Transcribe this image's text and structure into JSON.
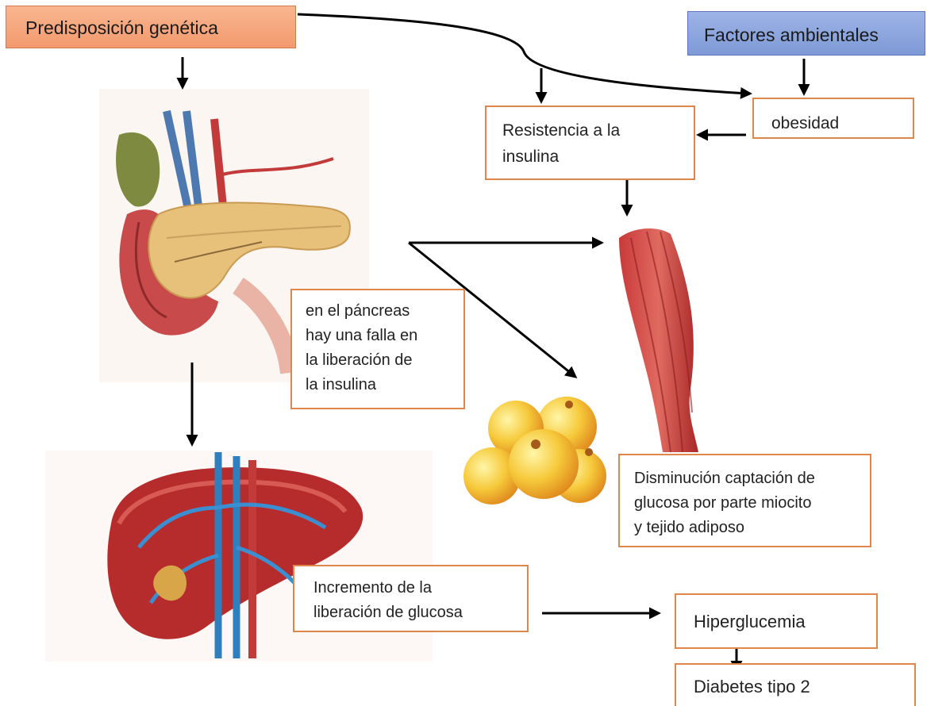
{
  "nodes": {
    "predisposicion": "Predisposición genética",
    "factores": "Factores ambientales",
    "obesidad": "obesidad",
    "resistencia": "Resistencia a la\ninsulina",
    "falla_pancreas": "en el páncreas\nhay una falla en\nla liberación de\nla insulina",
    "disminucion": "Disminución captación de\nglucosa por parte miocito\ny tejido adiposo",
    "incremento": "Incremento de la\nliberación de glucosa",
    "hiperglucemia": "Hiperglucemia",
    "diabetes": "Diabetes tipo 2"
  },
  "illustrations": [
    "pancreas-illustration",
    "liver-illustration",
    "muscle-illustration",
    "fat-cells-illustration"
  ],
  "colors": {
    "orange_fill": "#f39a6e",
    "blue_fill": "#8aa4dd",
    "box_border": "#e0864a",
    "arrow": "#000000"
  }
}
